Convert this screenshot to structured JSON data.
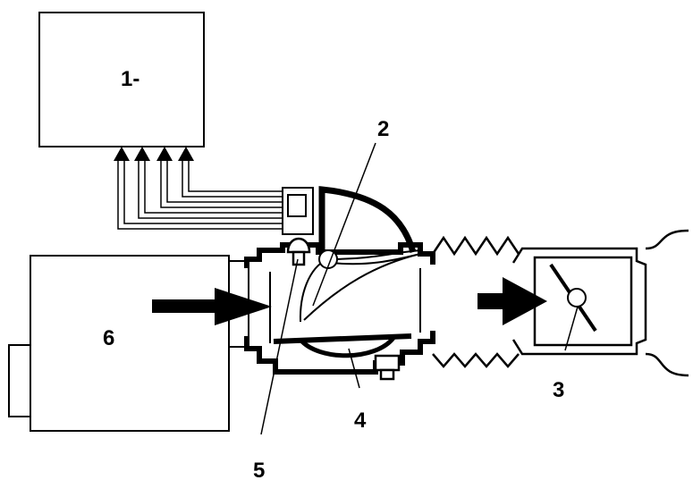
{
  "labels": {
    "box1": "1-",
    "flap": "2",
    "throttle": "3",
    "body": "4",
    "sensor": "5",
    "filter": "6"
  },
  "colors": {
    "ink": "#000000",
    "paper": "#ffffff"
  }
}
